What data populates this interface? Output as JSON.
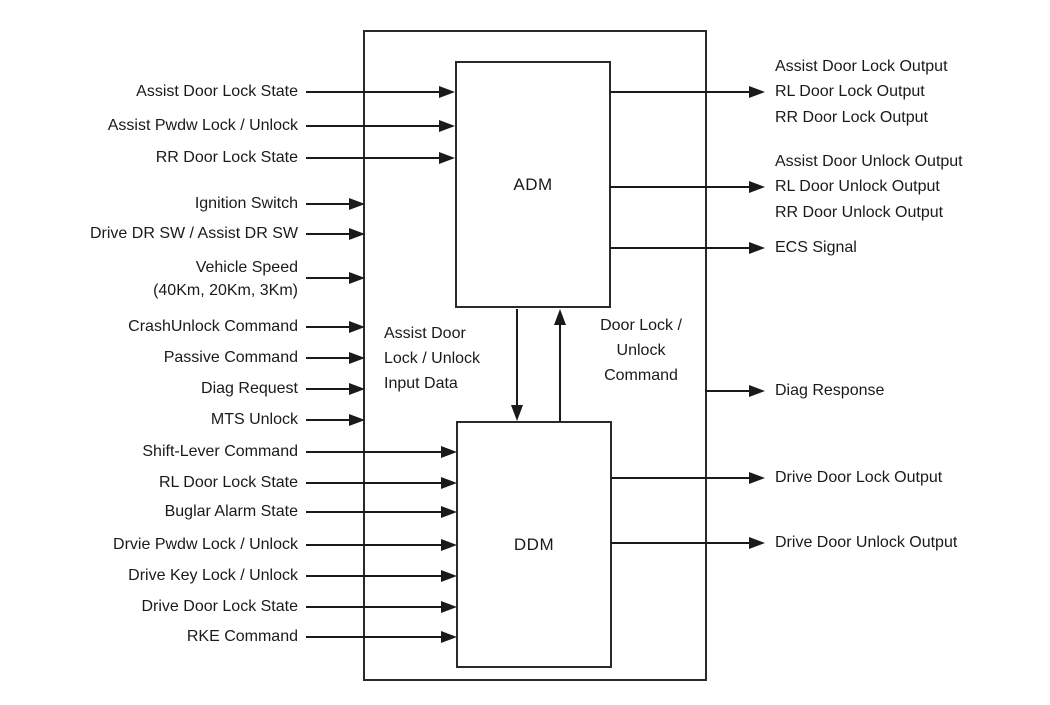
{
  "modules": {
    "adm": "ADM",
    "ddm": "DDM"
  },
  "inputs": [
    {
      "label": "Assist Door Lock State"
    },
    {
      "label": "Assist Pwdw Lock / Unlock"
    },
    {
      "label": "RR Door Lock State"
    },
    {
      "label": "Ignition Switch"
    },
    {
      "label": "Drive DR SW / Assist DR SW"
    },
    {
      "label": "Vehicle Speed",
      "label2": "(40Km, 20Km, 3Km)"
    },
    {
      "label": "CrashUnlock Command"
    },
    {
      "label": "Passive Command"
    },
    {
      "label": "Diag Request"
    },
    {
      "label": "MTS Unlock"
    },
    {
      "label": "Shift-Lever Command"
    },
    {
      "label": "RL Door Lock State"
    },
    {
      "label": "Buglar Alarm State"
    },
    {
      "label": "Drvie Pwdw Lock / Unlock"
    },
    {
      "label": "Drive Key Lock / Unlock"
    },
    {
      "label": "Drive Door Lock State"
    },
    {
      "label": "RKE Command"
    }
  ],
  "outputs": {
    "adm_lock": [
      "Assist Door Lock Output",
      "RL Door Lock Output",
      "RR Door Lock Output"
    ],
    "adm_unlock": [
      "Assist Door Unlock Output",
      "RL Door Unlock Output",
      "RR Door Unlock Output"
    ],
    "ecs": "ECS Signal",
    "diag": "Diag Response",
    "ddm": [
      "Drive Door Lock Output",
      "Drive Door Unlock Output"
    ]
  },
  "annotations": {
    "input_data": "Assist Door\nLock / Unlock\nInput Data",
    "command": "Door Lock /\nUnlock\nCommand"
  },
  "colors": {
    "line": "#1a1a1a",
    "text": "#1a1a1a",
    "background": "#ffffff"
  }
}
